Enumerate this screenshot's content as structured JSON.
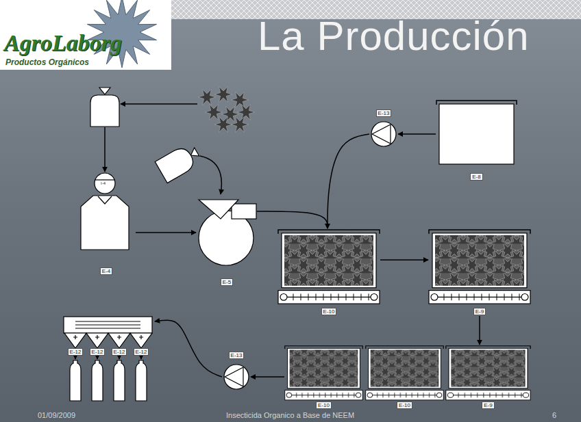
{
  "diagram": {
    "title": "La Producción",
    "nodes": [
      {
        "text": [
          "E-4"
        ]
      },
      {
        "text": [
          "E-5"
        ]
      },
      {
        "text": [
          "E-8"
        ]
      },
      {
        "text": [
          "E-13"
        ]
      },
      {
        "text": [
          "E-10"
        ]
      },
      {
        "text": [
          "E-9"
        ]
      },
      {
        "text": [
          "E-12",
          "E-12",
          "E-12",
          "E-12"
        ]
      },
      {
        "text": [
          "E-13"
        ]
      },
      {
        "text": [
          "E-10"
        ]
      },
      {
        "text": [
          "E-10"
        ]
      },
      {
        "text": [
          "E-9"
        ]
      }
    ],
    "edges": [
      {
        "from": 0,
        "to": 1,
        "arrow": "to"
      },
      {
        "from": 1,
        "to": 4,
        "arrow": "to"
      },
      {
        "from": 2,
        "to": 3,
        "arrow": "to"
      },
      {
        "from": 3,
        "to": 4,
        "arrow": "to"
      },
      {
        "from": 4,
        "to": 5,
        "arrow": "to"
      },
      {
        "from": 5,
        "to": 10,
        "arrow": "to"
      },
      {
        "from": 8,
        "to": 7,
        "arrow": "to"
      },
      {
        "from": 7,
        "to": 6,
        "arrow": "to"
      }
    ],
    "labels": [
      "AgroLaborg",
      "Productos Orgánicos",
      "I-4",
      "01/09/2009",
      "Insecticida Organico a Base de NEEM",
      "6"
    ]
  }
}
